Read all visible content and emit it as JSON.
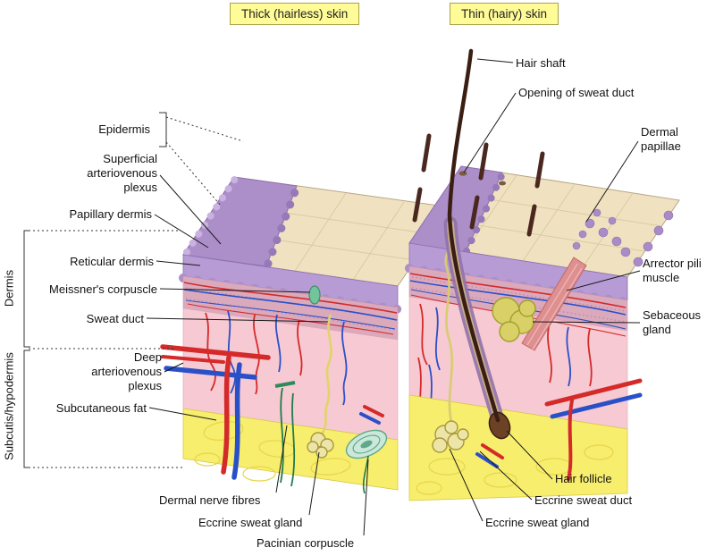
{
  "titles": {
    "thick": "Thick (hairless) skin",
    "thin": "Thin (hairy) skin"
  },
  "labels": {
    "hair_shaft": "Hair shaft",
    "opening_sweat_duct": "Opening of sweat duct",
    "dermal_papillae": "Dermal papillae",
    "arrector_pili": "Arrector pili muscle",
    "sebaceous_gland": "Sebaceous gland",
    "epidermis": "Epidermis",
    "superficial_plexus": "Superficial arteriovenous plexus",
    "papillary_dermis": "Papillary dermis",
    "reticular_dermis": "Reticular dermis",
    "meissners_corpuscle": "Meissner's corpuscle",
    "sweat_duct": "Sweat duct",
    "deep_plexus": "Deep arteriovenous plexus",
    "subcutaneous_fat": "Subcutaneous fat",
    "dermis_side": "Dermis",
    "subcutis_side": "Subcutis/hypodermis",
    "dermal_nerve_fibres": "Dermal nerve fibres",
    "eccrine_sweat_gland_left": "Eccrine sweat gland",
    "pacinian_corpuscle": "Pacinian corpuscle",
    "hair_follicle": "Hair follicle",
    "eccrine_sweat_duct": "Eccrine sweat duct",
    "eccrine_sweat_gland_right": "Eccrine sweat gland"
  },
  "colors": {
    "highlight_yellow": "#FFFB96",
    "surface_cream": "#F0E2C0",
    "epidermis_purple": "#B79BD4",
    "papillary_mauve": "#DBA9BC",
    "dermis_pink": "#F7C9D2",
    "fat_yellow": "#F7EE6E",
    "artery_red": "#D42A2A",
    "vein_blue": "#2A50C8",
    "nerve_green": "#1F7A4D",
    "hair_brown": "#3A1E12"
  }
}
